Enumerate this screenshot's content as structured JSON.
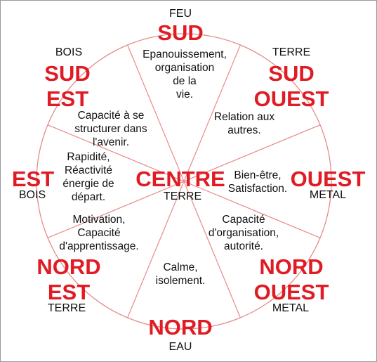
{
  "colors": {
    "direction": "#e01b24",
    "circle": "#e88a8a",
    "text": "#111111"
  },
  "directions": {
    "sud": {
      "label": "SUD",
      "element": "FEU"
    },
    "sud_est": {
      "label": "SUD\nEST",
      "element": "BOIS"
    },
    "sud_ouest": {
      "label": "SUD\nOUEST",
      "element": "TERRE"
    },
    "est": {
      "label": "EST",
      "element": "BOIS"
    },
    "centre": {
      "label": "CENTRE",
      "element": "TERRE"
    },
    "ouest": {
      "label": "OUEST",
      "element": "METAL"
    },
    "nord_est": {
      "label": "NORD\nEST",
      "element": "TERRE"
    },
    "nord_ouest": {
      "label": "NORD\nOUEST",
      "element": "METAL"
    },
    "nord": {
      "label": "NORD",
      "element": "EAU"
    }
  },
  "descriptions": {
    "sud": "Epanouissement,\norganisation\nde la\nvie.",
    "sud_ouest": "Relation aux\nautres.",
    "ouest": "Bien-être,\nSatisfaction.",
    "nord_ouest": "Capacité\nd'organisation,\nautorité.",
    "nord": "Calme,\nisolement.",
    "nord_est": "Motivation,\nCapacité\nd'apprentissage.",
    "est": "Rapidité,\nRéactivité\nénergie de\ndépart.",
    "sud_est": "Capacité à se\nstructurer dans\nl'avenir."
  }
}
